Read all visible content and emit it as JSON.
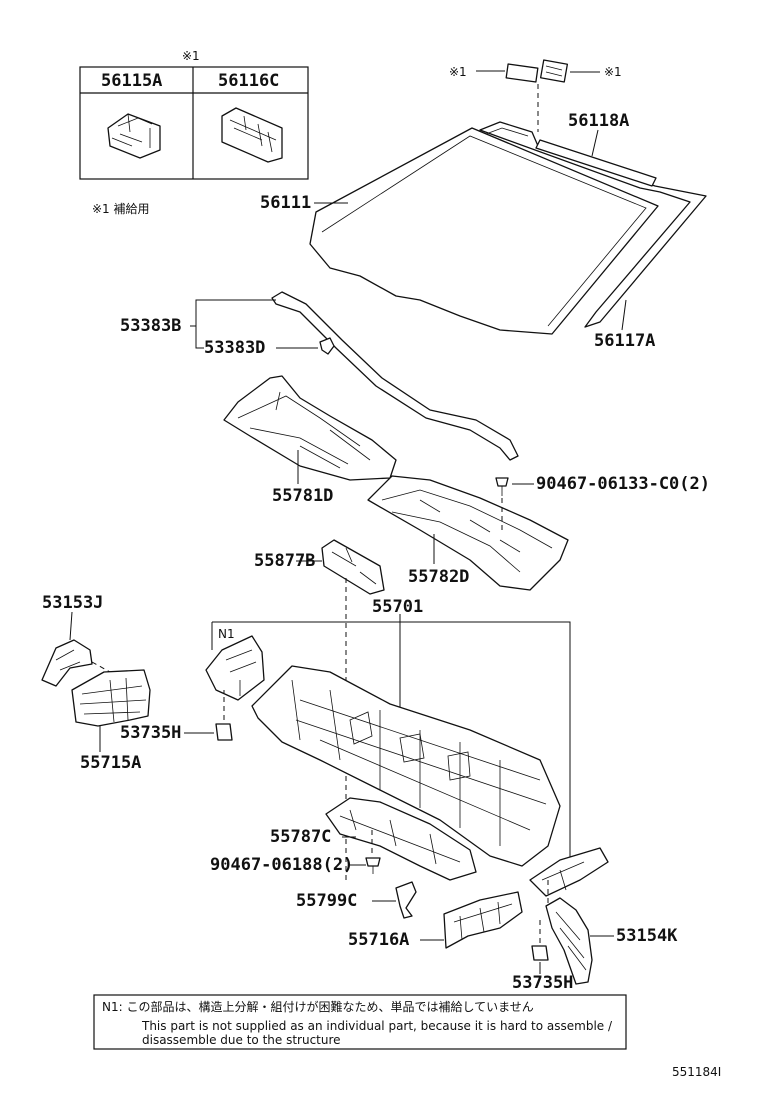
{
  "inset": {
    "marker": "※1",
    "col1": "56115A",
    "col2": "56116C",
    "note": "※1 補給用"
  },
  "labels": {
    "l56118A": "56118A",
    "l56111": "56111",
    "l56117A": "56117A",
    "l53383B": "53383B",
    "l53383D": "53383D",
    "l55781D": "55781D",
    "l90467a": "90467-06133-C0(2)",
    "l55782D": "55782D",
    "l55877B": "55877B",
    "l53153J": "53153J",
    "l55701": "55701",
    "lN1": "N1",
    "l53735Ha": "53735H",
    "l55715A": "55715A",
    "l55787C": "55787C",
    "l90467b": "90467-06188(2)",
    "l55799C": "55799C",
    "l55716A": "55716A",
    "l53154K": "53154K",
    "l53735Hb": "53735H",
    "star1a": "※1",
    "star1b": "※1"
  },
  "footnote": {
    "jp": "N1: この部品は、構造上分解・組付けが困難なため、単品では補給していません",
    "en1": "This part is not supplied as an individual part, because it is hard to assemble /",
    "en2": "disassemble due to the structure"
  },
  "figure_id": "551184I"
}
